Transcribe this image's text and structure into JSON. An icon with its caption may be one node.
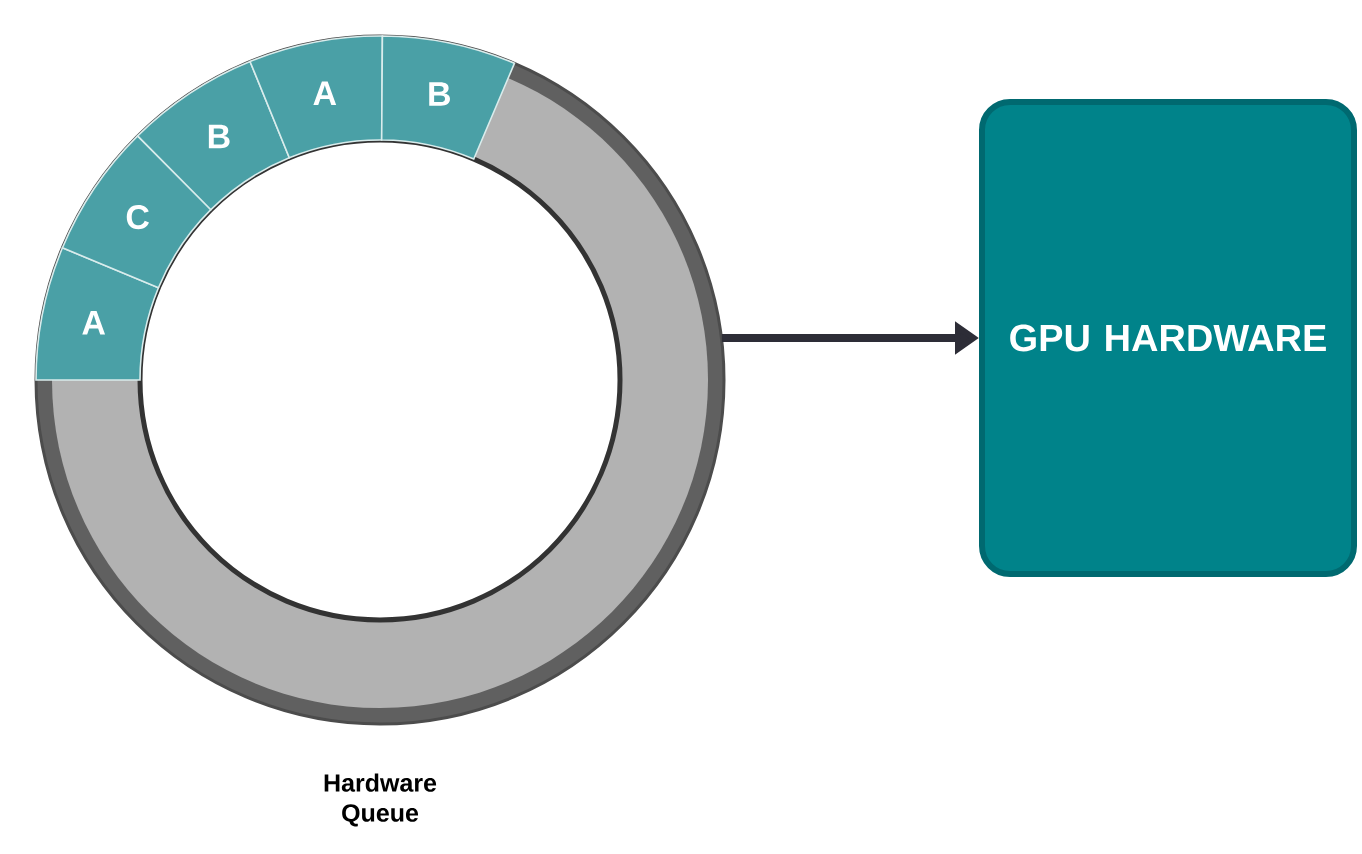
{
  "diagram": {
    "nodes": [
      {
        "text": [
          "Hardware Queue"
        ]
      },
      {
        "text": [
          "A"
        ],
        "in": 0
      },
      {
        "text": [
          "C"
        ],
        "in": 0
      },
      {
        "text": [
          "B"
        ],
        "in": 0
      },
      {
        "text": [
          "A"
        ],
        "in": 0
      },
      {
        "text": [
          "B"
        ],
        "in": 0
      },
      {
        "text": [
          "GPU HARDWARE"
        ]
      }
    ],
    "edges": [
      {
        "from": 0,
        "to": 6,
        "arrow": "to"
      }
    ]
  }
}
